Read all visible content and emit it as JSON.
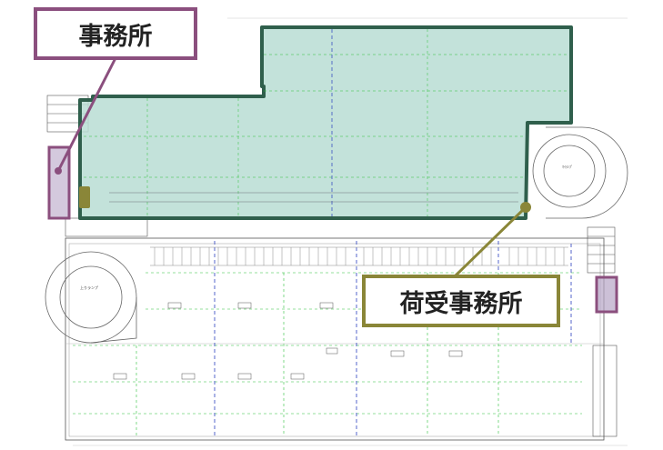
{
  "callouts": {
    "office": "事務所",
    "receiving_office": "荷受事務所"
  },
  "plan_labels": {
    "ramp_right": "ﾏｲﾗﾝﾌﾟ",
    "ramp_left": "上りランプ"
  },
  "colors": {
    "upper_floor_fill": "#b9ddd3",
    "upper_floor_outline": "#2f5f4c",
    "office_highlight": "#8b4f7e",
    "receiving_highlight": "#8a8638",
    "grid_green": "#2fbf3a",
    "grid_blue": "#2a3fbf"
  }
}
